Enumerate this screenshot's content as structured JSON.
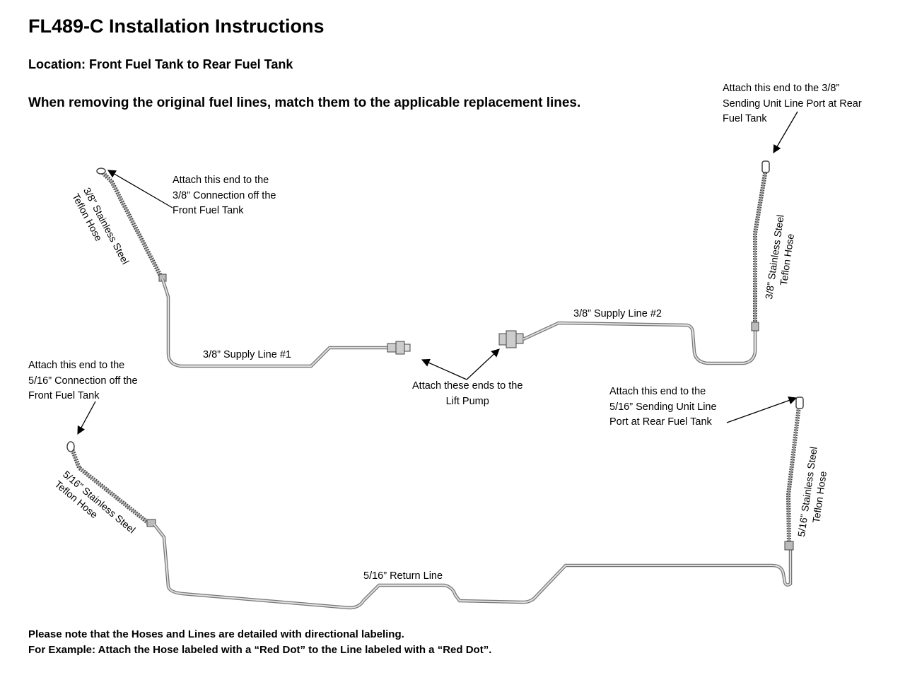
{
  "header": {
    "title": "FL489-C Installation Instructions",
    "location": "Location: Front Fuel Tank to Rear Fuel Tank",
    "instruction": "When removing the original fuel lines, match them to the applicable replacement lines."
  },
  "annotations": {
    "front_38": [
      "Attach this end to the",
      "3/8” Connection off the",
      "Front Fuel Tank"
    ],
    "rear_38": [
      "Attach this end to the 3/8”",
      "Sending Unit Line Port at Rear",
      "Fuel Tank"
    ],
    "front_516": [
      "Attach this end to the",
      "5/16” Connection off the",
      "Front Fuel Tank"
    ],
    "lift_pump": [
      "Attach these ends to the",
      "Lift Pump"
    ],
    "rear_516": [
      "Attach this end to the",
      "5/16” Sending Unit Line",
      "Port at Rear Fuel Tank"
    ]
  },
  "lines": {
    "supply_1": "3/8” Supply Line #1",
    "supply_2": "3/8” Supply Line #2",
    "return": "5/16” Return Line"
  },
  "hoses": {
    "h38_front": [
      "3/8” Stainless Steel",
      "Teflon Hose"
    ],
    "h38_rear": [
      "3/8” Stainless Steel",
      "Teflon Hose"
    ],
    "h516_front": [
      "5/16” Stainless Steel",
      "Teflon Hose"
    ],
    "h516_rear": [
      "5/16” Stainless Steel",
      "Teflon Hose"
    ]
  },
  "footer": {
    "line1": "Please note that the Hoses and Lines are detailed with directional labeling.",
    "line2": "For Example: Attach the Hose labeled with a “Red Dot” to the Line labeled with a “Red Dot”."
  },
  "colors": {
    "line": "#9a9a9a",
    "hose": "#4a4a4a",
    "arrow": "#000000"
  }
}
